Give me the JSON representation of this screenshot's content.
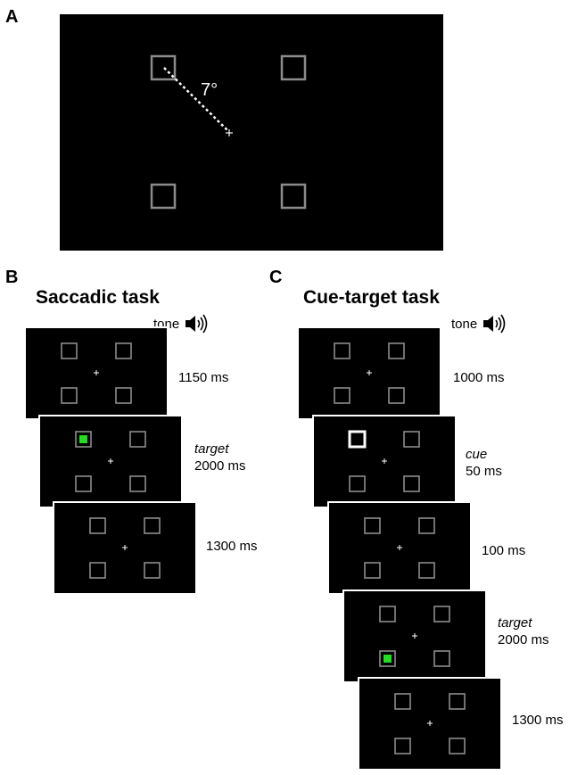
{
  "panels": {
    "a": {
      "letter": "A",
      "angle_label": "7°"
    },
    "b": {
      "letter": "B",
      "title": "Saccadic task",
      "tone_label": "tone",
      "frames": [
        {
          "line1": "",
          "line2": "1150 ms",
          "highlight": "none"
        },
        {
          "line1": "target",
          "line2": "2000 ms",
          "highlight": "target-top-left"
        },
        {
          "line1": "",
          "line2": "1300 ms",
          "highlight": "none"
        }
      ]
    },
    "c": {
      "letter": "C",
      "title": "Cue-target task",
      "tone_label": "tone",
      "frames": [
        {
          "line1": "",
          "line2": "1000 ms",
          "highlight": "none"
        },
        {
          "line1": "cue",
          "line2": "50 ms",
          "highlight": "cue-top-left"
        },
        {
          "line1": "",
          "line2": "100 ms",
          "highlight": "none"
        },
        {
          "line1": "target",
          "line2": "2000 ms",
          "highlight": "target-bottom-left"
        },
        {
          "line1": "",
          "line2": "1300 ms",
          "highlight": "none"
        }
      ]
    }
  },
  "colors": {
    "background": "#000000",
    "box": "#8c8c8c",
    "target": "#22dd22",
    "cue": "#ffffff",
    "text": "#000000"
  },
  "icons": {
    "speaker": "speaker-icon"
  }
}
